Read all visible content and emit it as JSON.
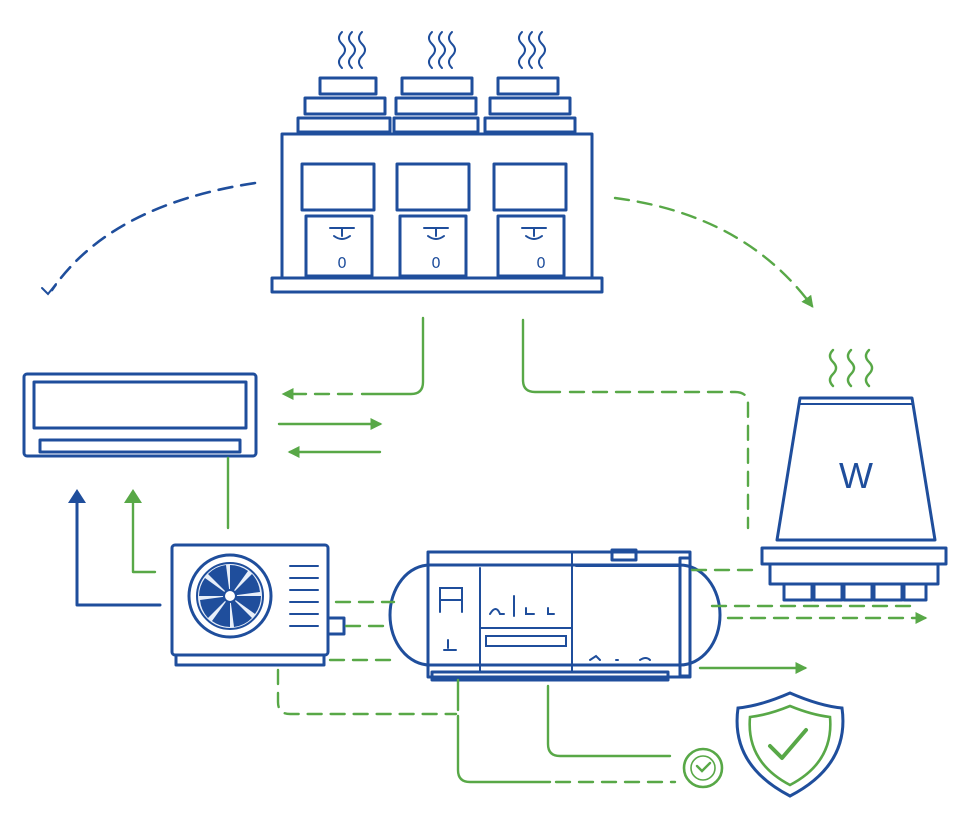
{
  "chiller": {
    "unit_labels": [
      "0",
      "0",
      "0"
    ]
  },
  "cooling_tower": {
    "letter": "W"
  },
  "colors": {
    "blue": "#1f4e9c",
    "green": "#58a847",
    "light_blue": "#e8eff9"
  },
  "icons": [
    "heat-waves-icon",
    "checkmark-icon",
    "shield-check-icon",
    "check-circle-icon",
    "fan-icon"
  ]
}
